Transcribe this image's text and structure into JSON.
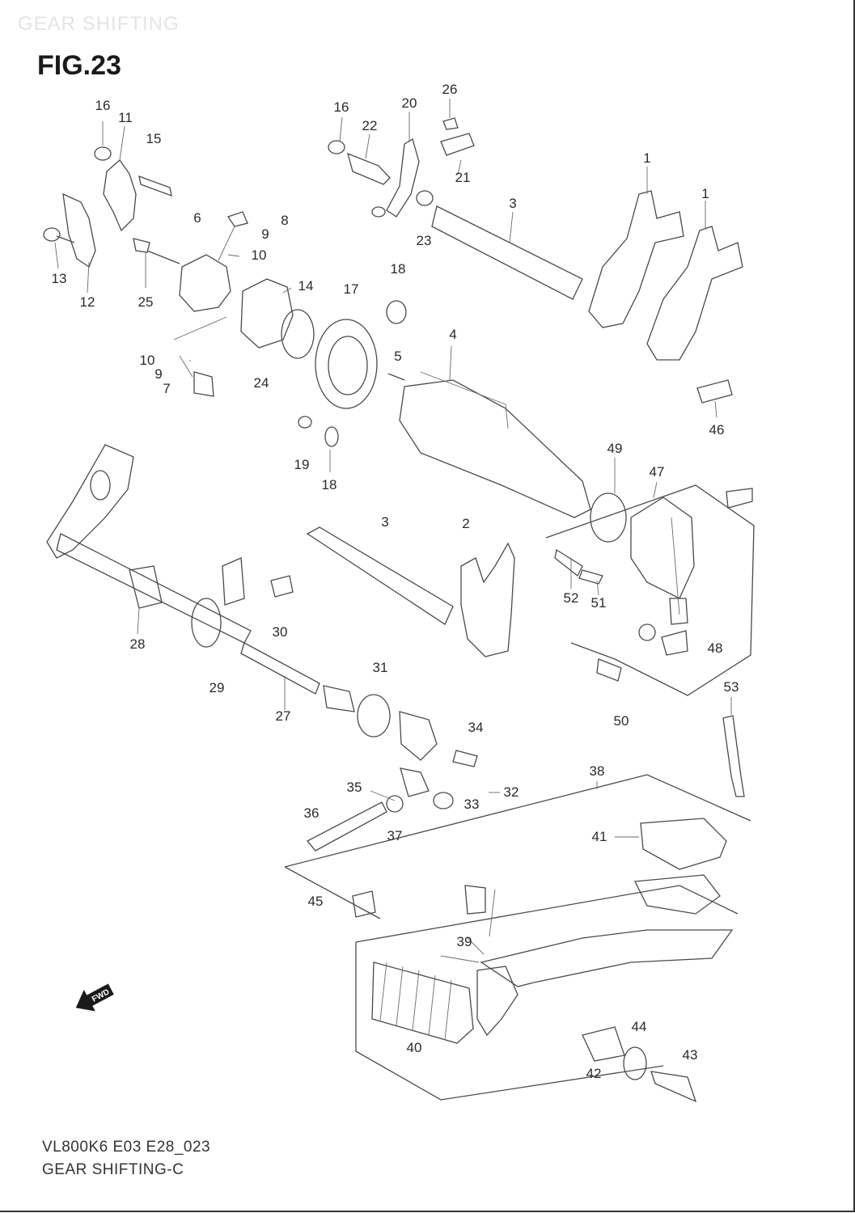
{
  "header": {
    "faint_title": "GEAR SHIFTING",
    "figure_label": "FIG.23"
  },
  "footer": {
    "model_code": "VL800K6 E03 E28_023",
    "caption": "GEAR SHIFTING-C"
  },
  "direction_marker": {
    "label": "FWD",
    "icon": "fwd-arrow-icon"
  },
  "callouts": [
    "16",
    "11",
    "15",
    "16",
    "22",
    "20",
    "26",
    "21",
    "1",
    "3",
    "1",
    "23",
    "6",
    "8",
    "9",
    "10",
    "13",
    "12",
    "25",
    "14",
    "17",
    "18",
    "10",
    "9",
    "7",
    "24",
    "5",
    "4",
    "19",
    "18",
    "46",
    "49",
    "47",
    "3",
    "2",
    "52",
    "51",
    "48",
    "28",
    "30",
    "31",
    "29",
    "27",
    "34",
    "53",
    "50",
    "38",
    "35",
    "32",
    "33",
    "36",
    "37",
    "41",
    "45",
    "39",
    "40",
    "44",
    "43",
    "42"
  ]
}
